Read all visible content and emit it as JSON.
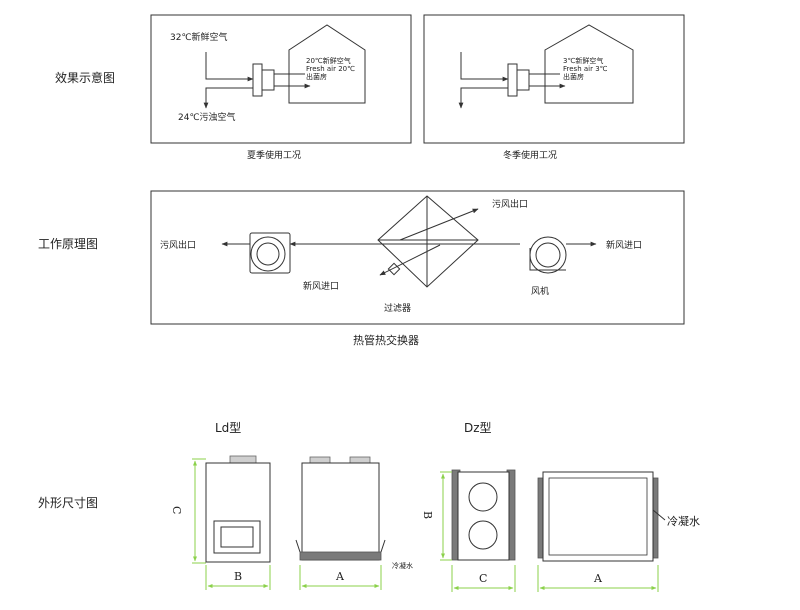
{
  "section_labels": {
    "effect": "效果示意图",
    "principle": "工作原理图",
    "dimensions": "外形尺寸图"
  },
  "summer": {
    "outside_fresh": "32℃新鲜空气",
    "exhaust": "24℃污浊空气",
    "inside_line1": "20℃新鲜空气",
    "inside_line2": "Fresh air 20℃",
    "inside_line3": "出菌房",
    "caption": "夏季使用工况"
  },
  "winter": {
    "inside_line1": "3℃新鲜空气",
    "inside_line2": "Fresh air 3℃",
    "inside_line3": "出菌房",
    "caption": "冬季使用工况"
  },
  "principle": {
    "dirty_outlet_top": "污风出口",
    "dirty_outlet_left": "污风出口",
    "fresh_inlet_bottom": "新风进口",
    "fresh_inlet_right": "新风进口",
    "fan": "风机",
    "filter": "过滤器",
    "caption": "热管热交换器"
  },
  "dimensions": {
    "ld_title": "Ld型",
    "dz_title": "Dz型",
    "dim_c_ld": "C",
    "dim_b_ld": "B",
    "dim_a_ld": "A",
    "condensate_small": "冷凝水",
    "dim_b_dz": "B",
    "dim_c_dz": "C",
    "dim_a_dz": "A",
    "condensate_large": "冷凝水"
  },
  "colors": {
    "dimension_line": "#8bd14a",
    "line": "#333333"
  }
}
